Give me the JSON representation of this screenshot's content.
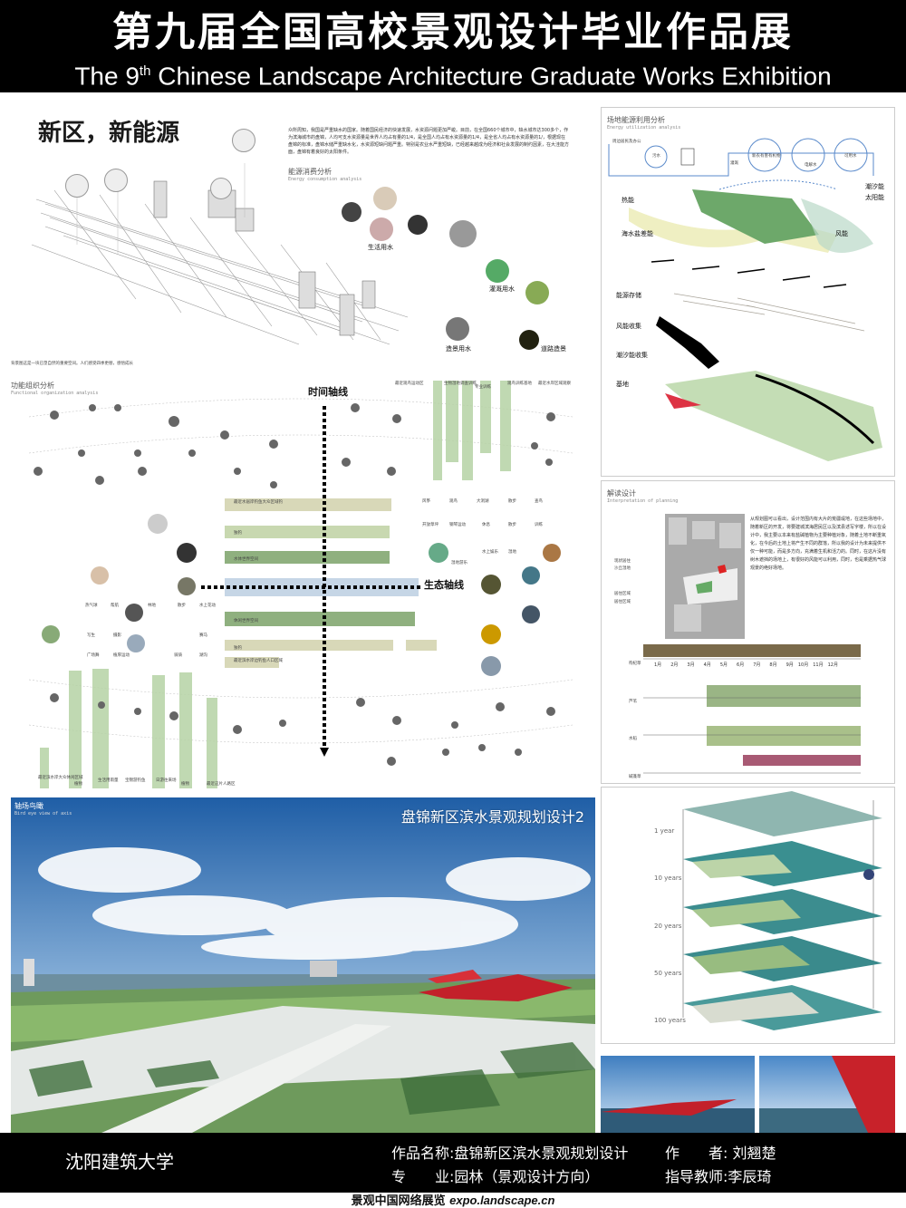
{
  "header": {
    "title_cn": "第九届全国高校景观设计毕业作品展",
    "title_en_prefix": "The 9",
    "title_en_sup": "th",
    "title_en_suffix": " Chinese Landscape Architecture Graduate Works Exhibition"
  },
  "left_top": {
    "section_title": "新区，新能源",
    "intro_text": "众所周知，我国是严重缺水的国家。随着国民经济的快速发展，水资源问题更加严峻。目前，在全国660个城市中，缺水城市达300多个，作为滨海城市的盘锦，人均可支水资源量是世界人均占有量的1/4，是全国人均占有水资源量的1/4，是全省人均占有水资源量的1/，根据现在盘锦的标准，盘锦水储严重缺水化，水资源短缺问题严重。特别是农业水严重短缺，已经越来越成为经济和社会发展的制约因素，在大洼能方面，盘锦有着良好的太阳条件。",
    "energy_head": "能源消费分析",
    "energy_head_en": "Energy consumption analysis",
    "labels": [
      "生活用水",
      "灌溉用水",
      "造景用水",
      "道路造景"
    ],
    "caption": "背景图这是一块已垦自然的重要空间。人们感受四季更替，感悟成长"
  },
  "func": {
    "head": "功能组织分析",
    "head_en": "Functional organization analysis",
    "time_axis": "时间轴线",
    "eco_axis": "生态轴线",
    "bar_labels": [
      "最近水居岸钓鱼大众区域钓",
      "独钓",
      "水体世界空间",
      "",
      "休闲世界空间",
      "独钓",
      "最近滨水岸边钓鱼人口区域"
    ],
    "top_col_labels": [
      "最近观鸟运动区",
      "生物湿地调查训练",
      "专业训练",
      "观鸟训练基地",
      "最近水岸区域观察"
    ],
    "right_small": [
      "风筝",
      "观鸟",
      "大洞湖",
      "散步",
      "查鸟",
      "开放草坪",
      "钢琴运动",
      "休息",
      "散步",
      "训练",
      "湿地游乐",
      "水上娱乐",
      "湿地"
    ],
    "left_small": [
      "热气球",
      "帮航",
      "林地",
      "散步",
      "水上花动",
      "写生",
      "摄影",
      "赛马",
      "广场舞",
      "植厚运动",
      "骑骑",
      "湖沟"
    ],
    "bottom_col_labels": [
      "最近滨水岸大众休闲区域",
      "植物",
      "生活用雨量",
      "宝锦游钓鱼",
      "日游往来场",
      "最近这片大道",
      "植物",
      "最近这片人路区"
    ]
  },
  "energy_panel": {
    "head": "场地能源利用分析",
    "head_en": "Energy utilization analysis",
    "flow_labels": [
      "周边居民及办公",
      "污水",
      "灌溉",
      "新农有害有机物",
      "电解水",
      "可用水"
    ],
    "labels_right": [
      "潮汐能",
      "太阳能",
      "风能"
    ],
    "labels_left": [
      "热能",
      "海水盐差能",
      "能源存储",
      "风能收集",
      "潮汐能收集",
      "基地"
    ]
  },
  "interpret_panel": {
    "head": "解读设计",
    "head_en": "Interpretation of planning",
    "text": "从规划图可以看出，设计范围内有大片的荒疆堤地，在这些场地中，随着新区的开发，将要建城滨海居民区以及滨县述写字楼，所以在设计中，我主要以本来有盐碱植物为主要种植对象，随着土地不断重氧化，在今后的土地上将产生不同的群落，所以我的设计为未来提供不仅一种可能，而是多方向，充满着生机和活力的。同时，在这片没有树木遮挡的场地上，有很好的风能可以利用，同时，也是乘据热气球观景的绝好场地。",
    "map_labels": [
      "现状居住",
      "沙丘湿地",
      "居住区域",
      "居住区域"
    ],
    "plants": [
      "枸杞草",
      "芦苇",
      "水稻",
      "碱蓬草"
    ],
    "months": [
      "1月",
      "2月",
      "3月",
      "4月",
      "5月",
      "6月",
      "7月",
      "8月",
      "9月",
      "10月",
      "11月",
      "12月"
    ]
  },
  "timeline_panel": {
    "years": [
      "1 year",
      "10 years",
      "20 years",
      "50 years",
      "100 years"
    ]
  },
  "render": {
    "head": "轴场鸟瞰",
    "head_en": "Bird eye view of axis",
    "title": "盘锦新区滨水景观规划设计2"
  },
  "footer": {
    "university": "沈阳建筑大学",
    "work_label": "作品名称:",
    "work_name": "盘锦新区滨水景观规划设计",
    "author_label": "作　　者:",
    "author": "刘翘楚",
    "major_label": "专　　业:",
    "major": "园林（景观设计方向）",
    "advisor_label": "指导教师:",
    "advisor": "李辰琦",
    "bottom_cn": "景观中国网络展览",
    "bottom_url": "expo.landscape.cn"
  }
}
